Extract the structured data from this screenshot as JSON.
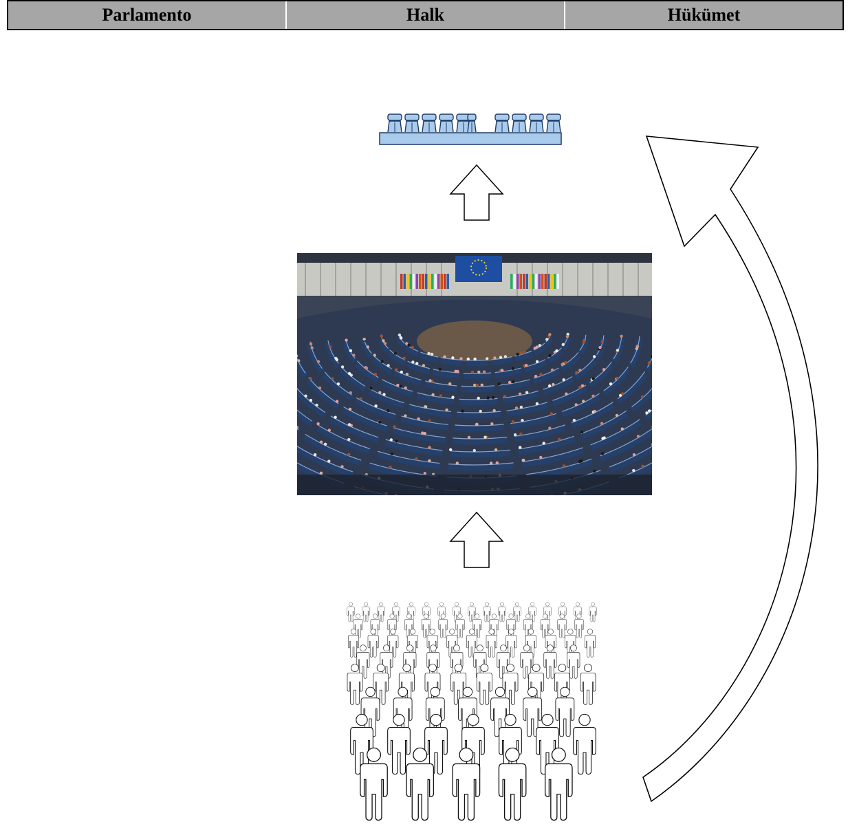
{
  "header": {
    "columns": [
      {
        "label": "Parlamento"
      },
      {
        "label": "Halk"
      },
      {
        "label": "Hükümet"
      }
    ]
  },
  "diagram": {
    "top_icon": "parliament-bench-icon",
    "middle_image": "parliament-hemicycle-photo",
    "bottom_icon": "crowd-people-icon",
    "arrows": [
      "up-arrow-icon",
      "up-arrow-icon",
      "curved-arrow-icon"
    ],
    "colors": {
      "bench": "#a9cbec",
      "bench_outline": "#1f3a66",
      "seats": "#24406b",
      "carpet": "#6a5848",
      "flag": "#1e4ea1",
      "wall": "#c9c9c4"
    }
  }
}
